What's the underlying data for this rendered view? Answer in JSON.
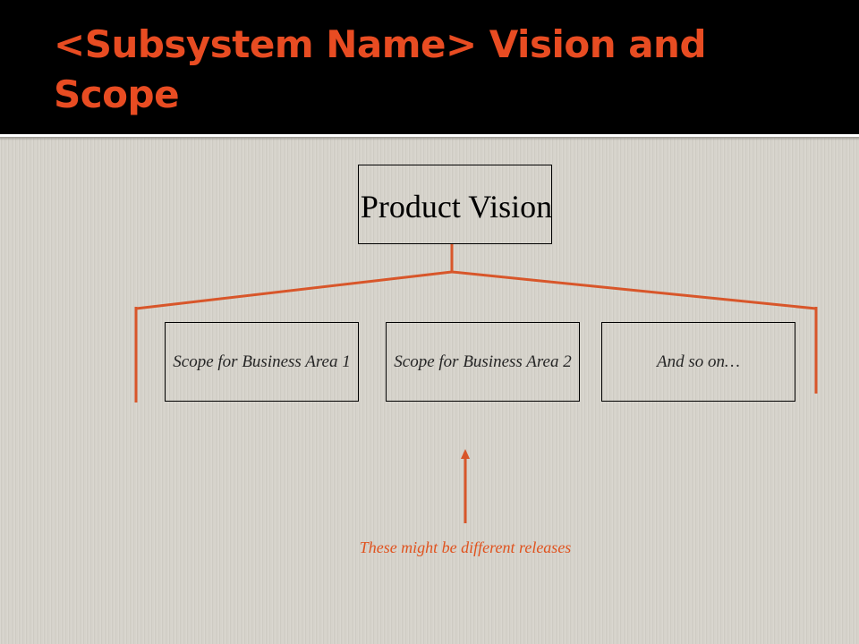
{
  "slide": {
    "title": "<Subsystem Name> Vision and Scope"
  },
  "diagram": {
    "root": {
      "label": "Product Vision"
    },
    "children": [
      {
        "label": "Scope for Business Area 1"
      },
      {
        "label": "Scope for Business Area 2"
      },
      {
        "label": "And so on…"
      }
    ],
    "annotation": "These might be different releases"
  },
  "colors": {
    "accent": "#e84c22",
    "connector": "#d8562a",
    "title_background": "#000000",
    "slide_background": "#d6d3cb"
  }
}
